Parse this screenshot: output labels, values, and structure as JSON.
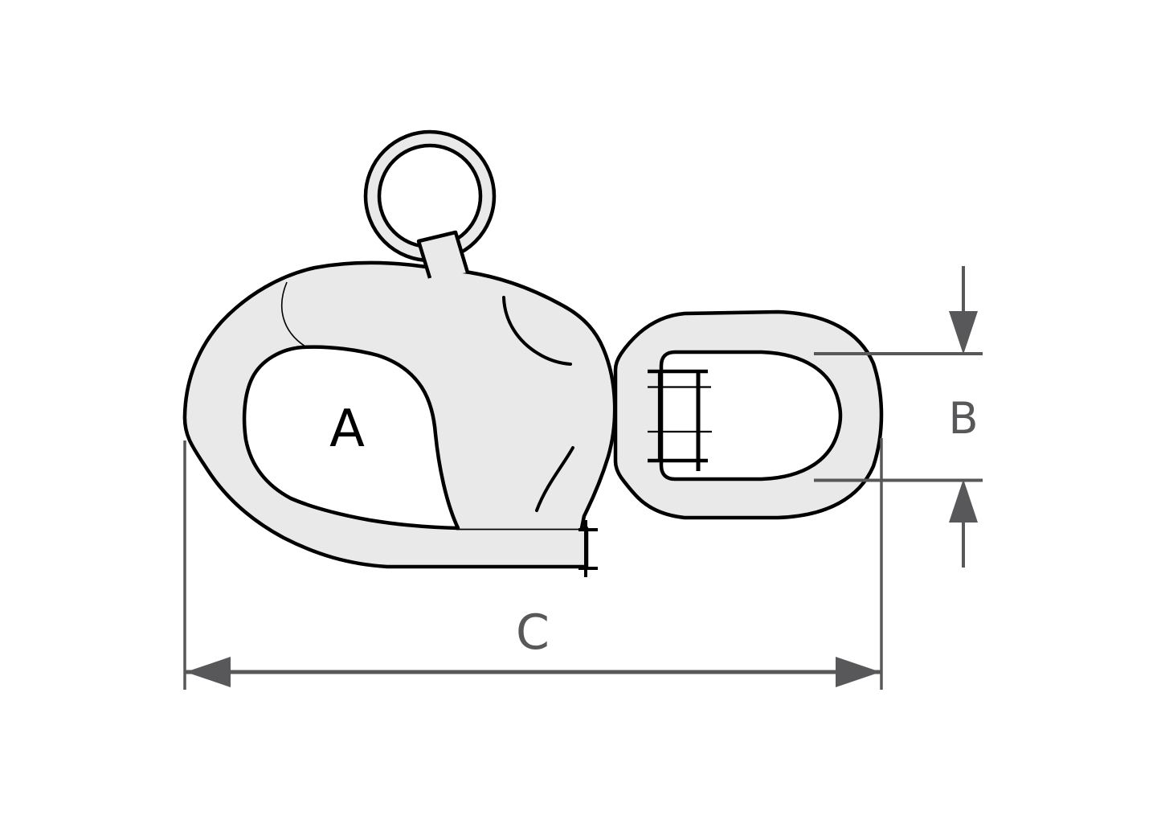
{
  "diagram": {
    "title": "Swivel snap shackle technical dimension drawing",
    "background_color": "#ffffff",
    "outline_color": "#000000",
    "fill_color": "#e9e9e9",
    "hole_color": "#ffffff",
    "dimension_color": "#58585a",
    "labels": {
      "a": {
        "text": "A",
        "color": "#000000"
      },
      "b": {
        "text": "B",
        "color": "#58585a"
      },
      "c": {
        "text": "C",
        "color": "#58585a"
      }
    }
  }
}
